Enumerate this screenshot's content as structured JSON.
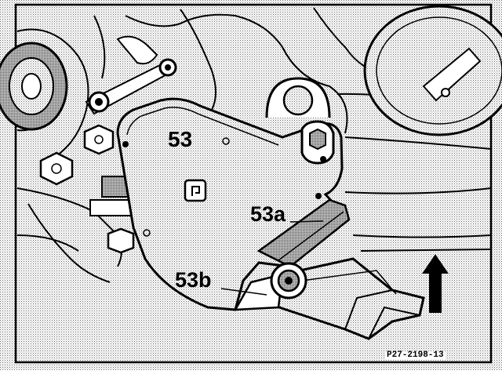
{
  "callouts": {
    "switch": "53",
    "upper_part": "53a",
    "lower_part": "53b"
  },
  "figure_code": "P27-2198-13",
  "colors": {
    "ink": "#000000",
    "paper": "#ffffff",
    "halftone": "#b8b8b8"
  },
  "icons": {
    "direction": "up-arrow-icon"
  }
}
